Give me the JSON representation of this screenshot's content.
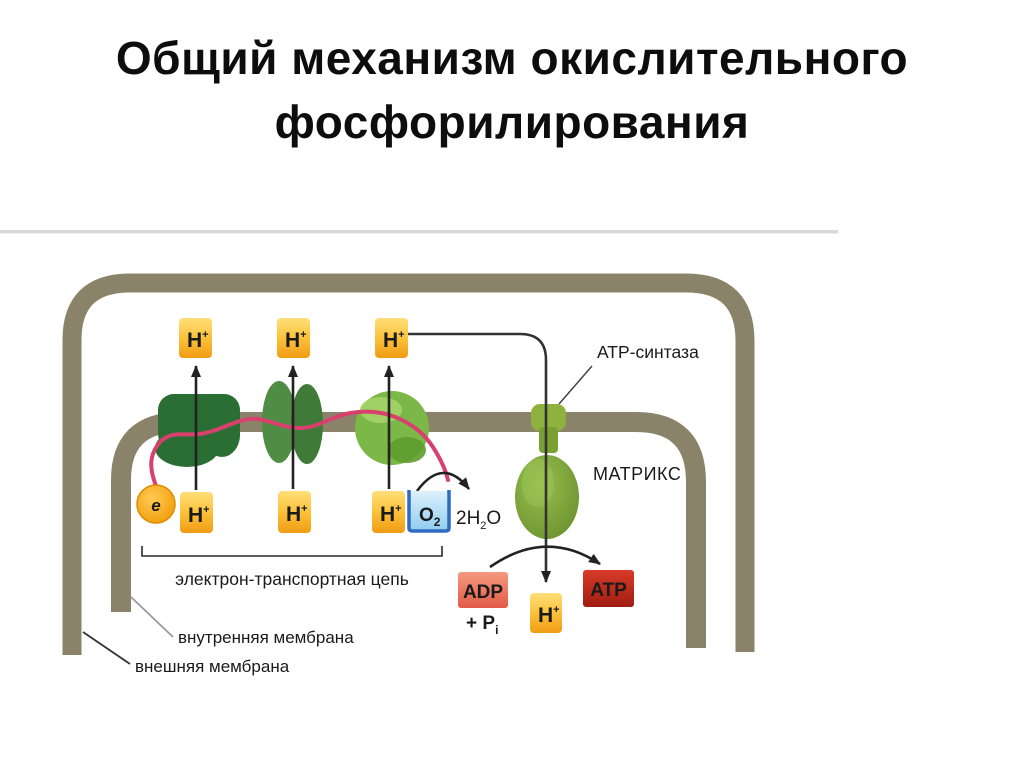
{
  "title": {
    "line1": "Общий механизм окислительного",
    "line2": "фосфорилирования"
  },
  "diagram": {
    "labels": {
      "atp_synthase": "АТР-синтаза",
      "matrix": "МАТРИКС",
      "etc_chain": "электрон-транспортная цепь",
      "inner_membrane": "внутренняя мембрана",
      "outer_membrane": "внешняя мембрана"
    },
    "molecules": {
      "h": "H",
      "h_sup": "+",
      "electron": "e",
      "o": "O",
      "o_sub": "2",
      "water_pre": "2H",
      "water_sub": "2",
      "water_post": "O",
      "adp": "ADP",
      "plus_p": "+ P",
      "plus_p_sub": "i",
      "atp": "ATP"
    },
    "colors": {
      "membrane": "#8b8369",
      "separator": "#d8d8d8",
      "complex1": "#2b6e33",
      "complex2": "#4c8a41",
      "complex3": "#7cb847",
      "atp_synthase_body": "#7da437",
      "h_box": "#f5a51d",
      "h_text": "#e0301e",
      "electron_circle": "#f7a21a",
      "o2_border": "#2e6cc0",
      "adp_box": "#e96250",
      "atp_box": "#c3271b",
      "electron_path": "#d8406d"
    }
  }
}
